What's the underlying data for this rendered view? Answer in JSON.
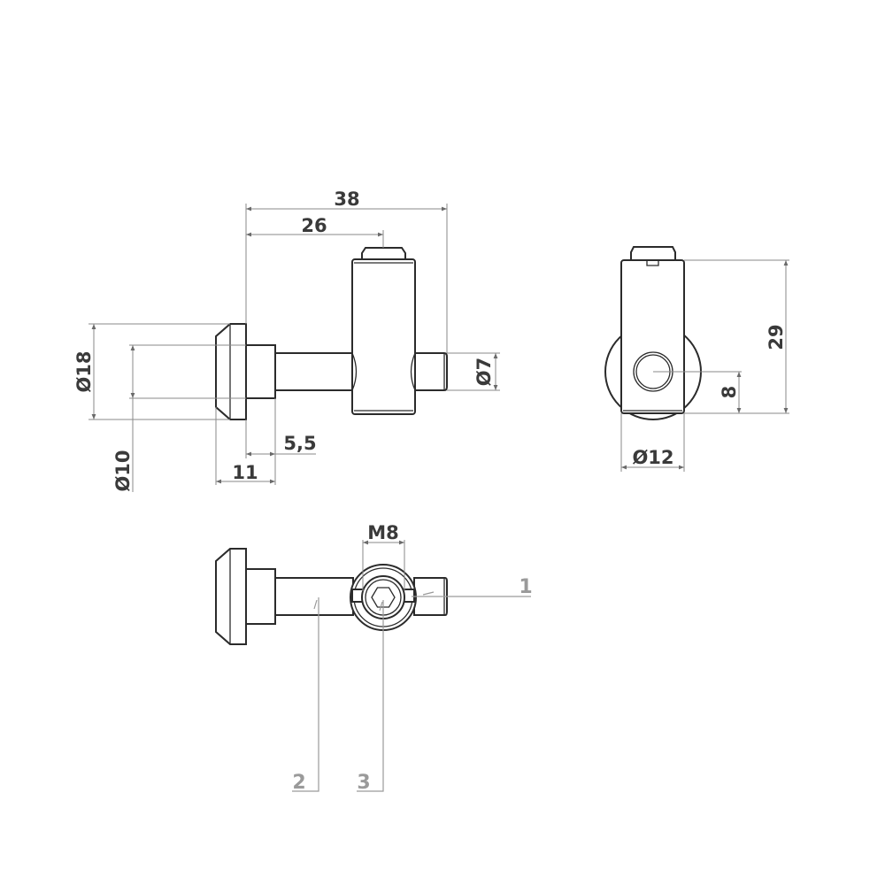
{
  "drawing": {
    "type": "technical-drawing",
    "views": [
      "front-view",
      "side-view",
      "top-view"
    ],
    "colors": {
      "line": "#2b2b2b",
      "dimension": "#8a8a8a",
      "label": "#9a9a9a",
      "background": "#ffffff"
    }
  },
  "front_view": {
    "dimensions": {
      "overall_length": "38",
      "body_position": "26",
      "head_diameter": "Ø18",
      "collar_diameter": "Ø10",
      "tip_diameter": "Ø7",
      "collar_length": "5,5",
      "head_to_collar_length": "11"
    }
  },
  "side_view": {
    "dimensions": {
      "height": "29",
      "hole_height": "8",
      "body_diameter": "Ø12"
    }
  },
  "top_view": {
    "dimensions": {
      "thread": "M8"
    },
    "callouts": [
      {
        "number": "1"
      },
      {
        "number": "2"
      },
      {
        "number": "3"
      }
    ]
  }
}
